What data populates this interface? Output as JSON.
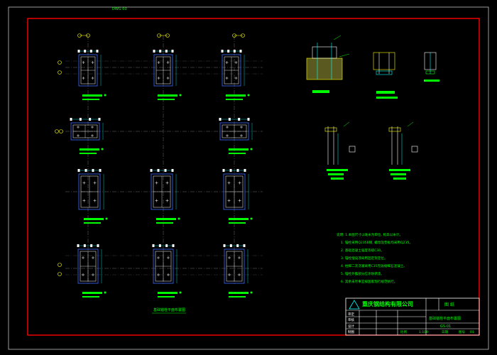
{
  "drawing": {
    "top_label": "DWG 03",
    "plan_title": "基础锚栓平面布置图",
    "notes": {
      "lines": [
        "说明: 1.本图尺寸以毫米为单位, 标高以米计。",
        "1. 锚栓采用Q235B钢, 螺母及垫板均采用Q235。",
        "2. 基础混凝土强度等级C30。",
        "3. 锚栓埋设须采用固定架定位。",
        "4. 柱脚二次浇灌采用C35无收缩细石混凝土。",
        "5. 锚栓外露部分应涂防锈漆。",
        "6. 其余未尽事宜按国家现行规范执行。"
      ]
    },
    "title_block": {
      "company": "重庆钢结构有限公司",
      "tag": "图 纸",
      "drawing_name": "基础锚栓平面布置图",
      "drawing_no": "GS-01",
      "rows": [
        "审定",
        "审核",
        "设计",
        "制图"
      ],
      "bottom": [
        "比例",
        "1:100",
        "日期",
        "图号",
        "01"
      ]
    }
  }
}
